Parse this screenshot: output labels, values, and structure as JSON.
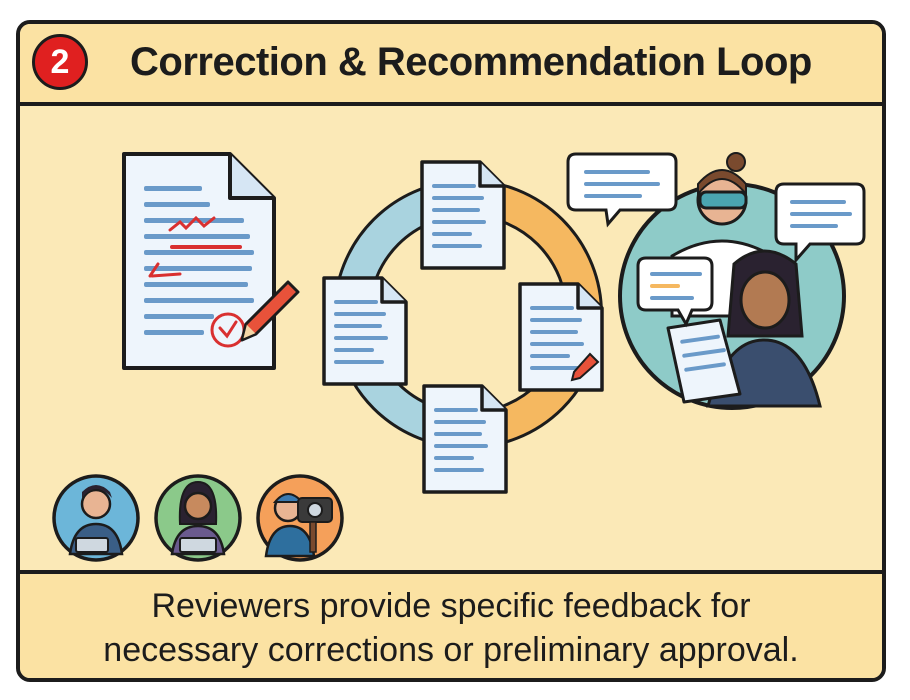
{
  "header": {
    "step_number": "2",
    "title": "Correction & Recommendation Loop"
  },
  "caption": {
    "line1": "Reviewers provide specific feedback for",
    "line2": "necessary corrections or preliminary approval."
  },
  "colors": {
    "panel_background": "#fbe9b7",
    "header_background": "#fbe2a3",
    "badge_red": "#e02020",
    "outline": "#1c1c1c",
    "arrow_blue": "#a9d3df",
    "arrow_orange": "#f5b860",
    "correction_red": "#d93030"
  },
  "icons": [
    "marked-document-icon",
    "pencil-icon",
    "cycle-arrows-icon",
    "document-icon",
    "reviewers-circle-icon",
    "speech-bubble-icon",
    "author-avatar-icon"
  ]
}
